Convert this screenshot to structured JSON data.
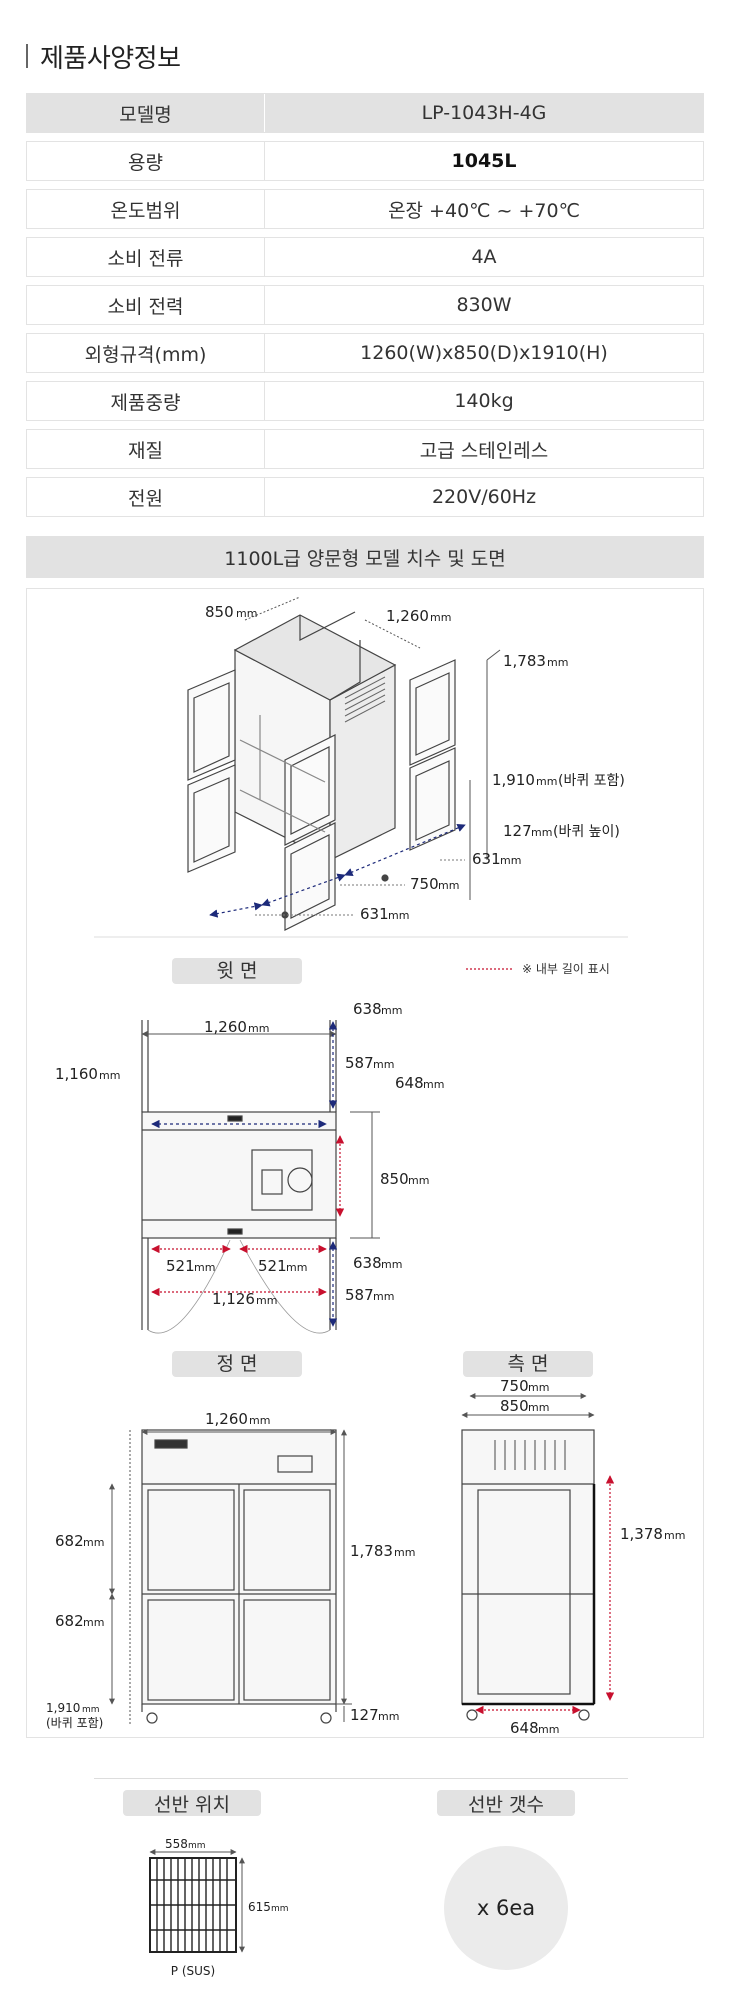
{
  "title": "제품사양정보",
  "spec": {
    "rows": [
      {
        "key": "모델명",
        "value": "LP-1043H-4G"
      },
      {
        "key": "용량",
        "value": "1045L"
      },
      {
        "key": "온도범위",
        "value": "온장 +40℃ ~ +70℃"
      },
      {
        "key": "소비 전류",
        "value": "4A"
      },
      {
        "key": "소비 전력",
        "value": "830W"
      },
      {
        "key": "외형규격(mm)",
        "value": "1260(W)x850(D)x1910(H)"
      },
      {
        "key": "제품중량",
        "value": "140kg"
      },
      {
        "key": "재질",
        "value": "고급 스테인레스"
      },
      {
        "key": "전원",
        "value": "220V/60Hz"
      }
    ]
  },
  "drawing": {
    "banner": "1100L급 양문형 모델 치수 및 도면",
    "iso": {
      "d850": "850",
      "d1260": "1,260",
      "d1783": "1,783",
      "d1910": "1,910",
      "d1910_note": "(바퀴 포함)",
      "d127": "127",
      "d127_note": "(바퀴 높이)",
      "d631a": "631",
      "d750": "750",
      "d631b": "631",
      "mm": "mm"
    },
    "top": {
      "label": "윗 면",
      "legend": "※ 내부 길이 표시",
      "d1260": "1,260",
      "d638a": "638",
      "d587a": "587",
      "d648": "648",
      "d1160": "1,160",
      "d850": "850",
      "d521a": "521",
      "d521b": "521",
      "d638b": "638",
      "d587b": "587",
      "d1126": "1,126",
      "mm": "mm"
    },
    "front": {
      "label": "정 면",
      "d1260": "1,260",
      "d682a": "682",
      "d682b": "682",
      "d1783": "1,783",
      "d1910": "1,910",
      "d1910_note": "(바퀴 포함)",
      "d127": "127",
      "mm": "mm"
    },
    "side": {
      "label": "측 면",
      "d750": "750",
      "d850": "850",
      "d1378": "1,378",
      "d648": "648",
      "mm": "mm"
    }
  },
  "shelf": {
    "position_label": "선반 위치",
    "count_label": "선반 갯수",
    "d558": "558",
    "d615": "615",
    "mm": "mm",
    "material": "P (SUS)",
    "count": "x 6ea"
  }
}
